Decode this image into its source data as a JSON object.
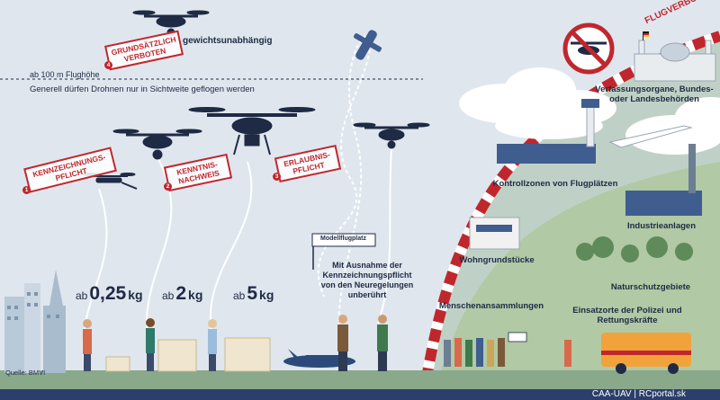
{
  "notes": {
    "altitude": "ab 100 m Flughöhe",
    "line_of_sight": "Generell dürfen Drohnen nur in Sichtweite geflogen werden",
    "source": "Quelle: BMVI",
    "weight_independent": "gewichtsunabhängig"
  },
  "stamps": [
    {
      "num": "4",
      "text": "GRUNDSÄTZLICH VERBOTEN"
    },
    {
      "num": "1",
      "text": "KENNZEICHNUNGS-PFLICHT"
    },
    {
      "num": "2",
      "text": "KENNTNIS-NACHWEIS"
    },
    {
      "num": "3",
      "text": "ERLAUBNIS-PFLICHT"
    }
  ],
  "weights": [
    {
      "prefix": "ab",
      "value": "0,25",
      "unit": "kg"
    },
    {
      "prefix": "ab",
      "value": "2",
      "unit": "kg"
    },
    {
      "prefix": "ab",
      "value": "5",
      "unit": "kg"
    }
  ],
  "model_field": {
    "sign": "Modellflugplatz",
    "exception": "Mit Ausnahme der Kennzeichnungspflicht von den Neuregelungen unberührt"
  },
  "flyover_banner": "FLUGVERBOT",
  "restricted_zones": [
    {
      "label": "Verfassungsorgane, Bundes- oder Landesbehörden"
    },
    {
      "label": "Kontrollzonen von Flugplätzen"
    },
    {
      "label": "Industrieanlagen"
    },
    {
      "label": "Wohngrundstücke"
    },
    {
      "label": "Naturschutzgebiete"
    },
    {
      "label": "Menschenansammlungen"
    },
    {
      "label": "Einsatzorte der Polizei und Rettungskräfte"
    }
  ],
  "footer": {
    "credit": "CAA-UAV | RCportal.sk"
  },
  "colors": {
    "sky": "#dfe6ee",
    "cloud": "#ffffff",
    "navy": "#1f2a44",
    "stamp_red": "#c0272d",
    "zone_green": "#a9c592",
    "footer": "#2c3e6b"
  }
}
